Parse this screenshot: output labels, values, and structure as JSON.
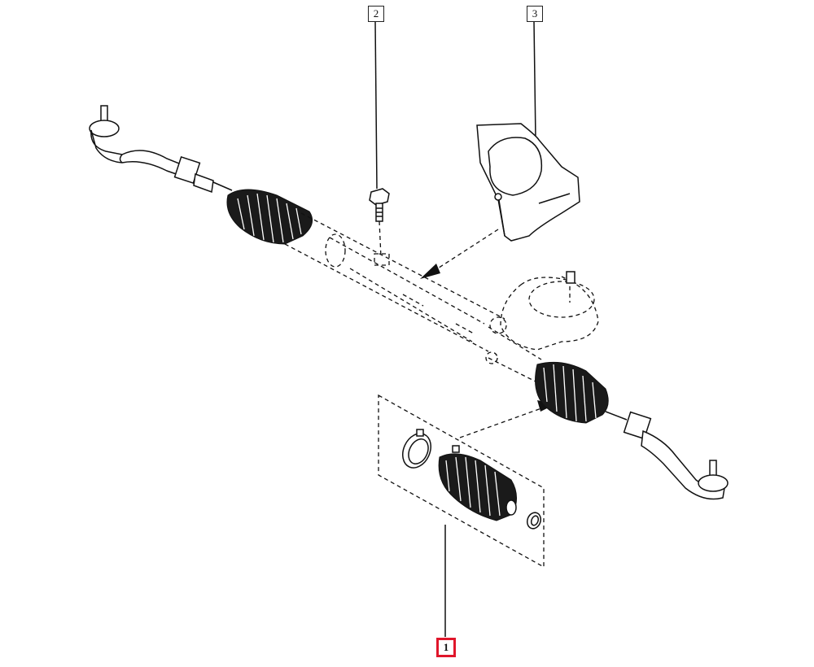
{
  "diagram": {
    "callouts": [
      {
        "id": "1",
        "label": "1",
        "selected": true
      },
      {
        "id": "2",
        "label": "2",
        "selected": false
      },
      {
        "id": "3",
        "label": "3",
        "selected": false
      }
    ],
    "highlight_color": "#e0162b",
    "line_color": "#111111",
    "background_color": "#ffffff"
  }
}
